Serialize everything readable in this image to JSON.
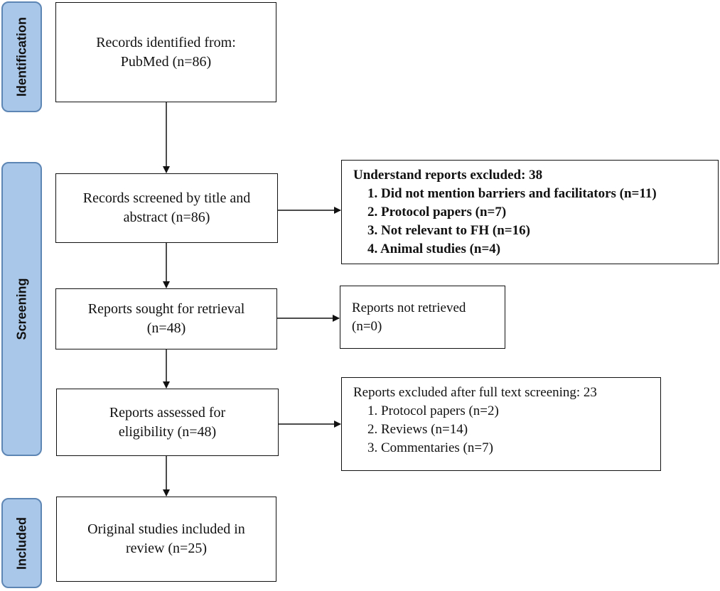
{
  "phases": {
    "identification": "Identification",
    "screening": "Screening",
    "included": "Included"
  },
  "boxes": {
    "identified": {
      "line1": "Records identified from:",
      "line2": "PubMed (n=86)"
    },
    "screened": {
      "line1": "Records screened by title and",
      "line2": "abstract (n=86)"
    },
    "sought": {
      "line1": "Reports sought for retrieval",
      "line2": "(n=48)"
    },
    "assessed": {
      "line1": "Reports assessed for",
      "line2": "eligibility (n=48)"
    },
    "included": {
      "line1": "Original studies included in",
      "line2": "review (n=25)"
    },
    "excluded_screening": {
      "heading": "Understand reports excluded: 38",
      "items": [
        "1. Did not mention barriers and facilitators (n=11)",
        "2. Protocol papers (n=7)",
        "3. Not relevant to FH (n=16)",
        "4. Animal studies (n=4)"
      ]
    },
    "not_retrieved": {
      "line1": "Reports not retrieved",
      "line2": "(n=0)"
    },
    "excluded_fulltext": {
      "heading": "Reports excluded after full text screening: 23",
      "items": [
        "1.  Protocol papers (n=2)",
        "2.  Reviews (n=14)",
        "3.  Commentaries (n=7)"
      ]
    }
  }
}
